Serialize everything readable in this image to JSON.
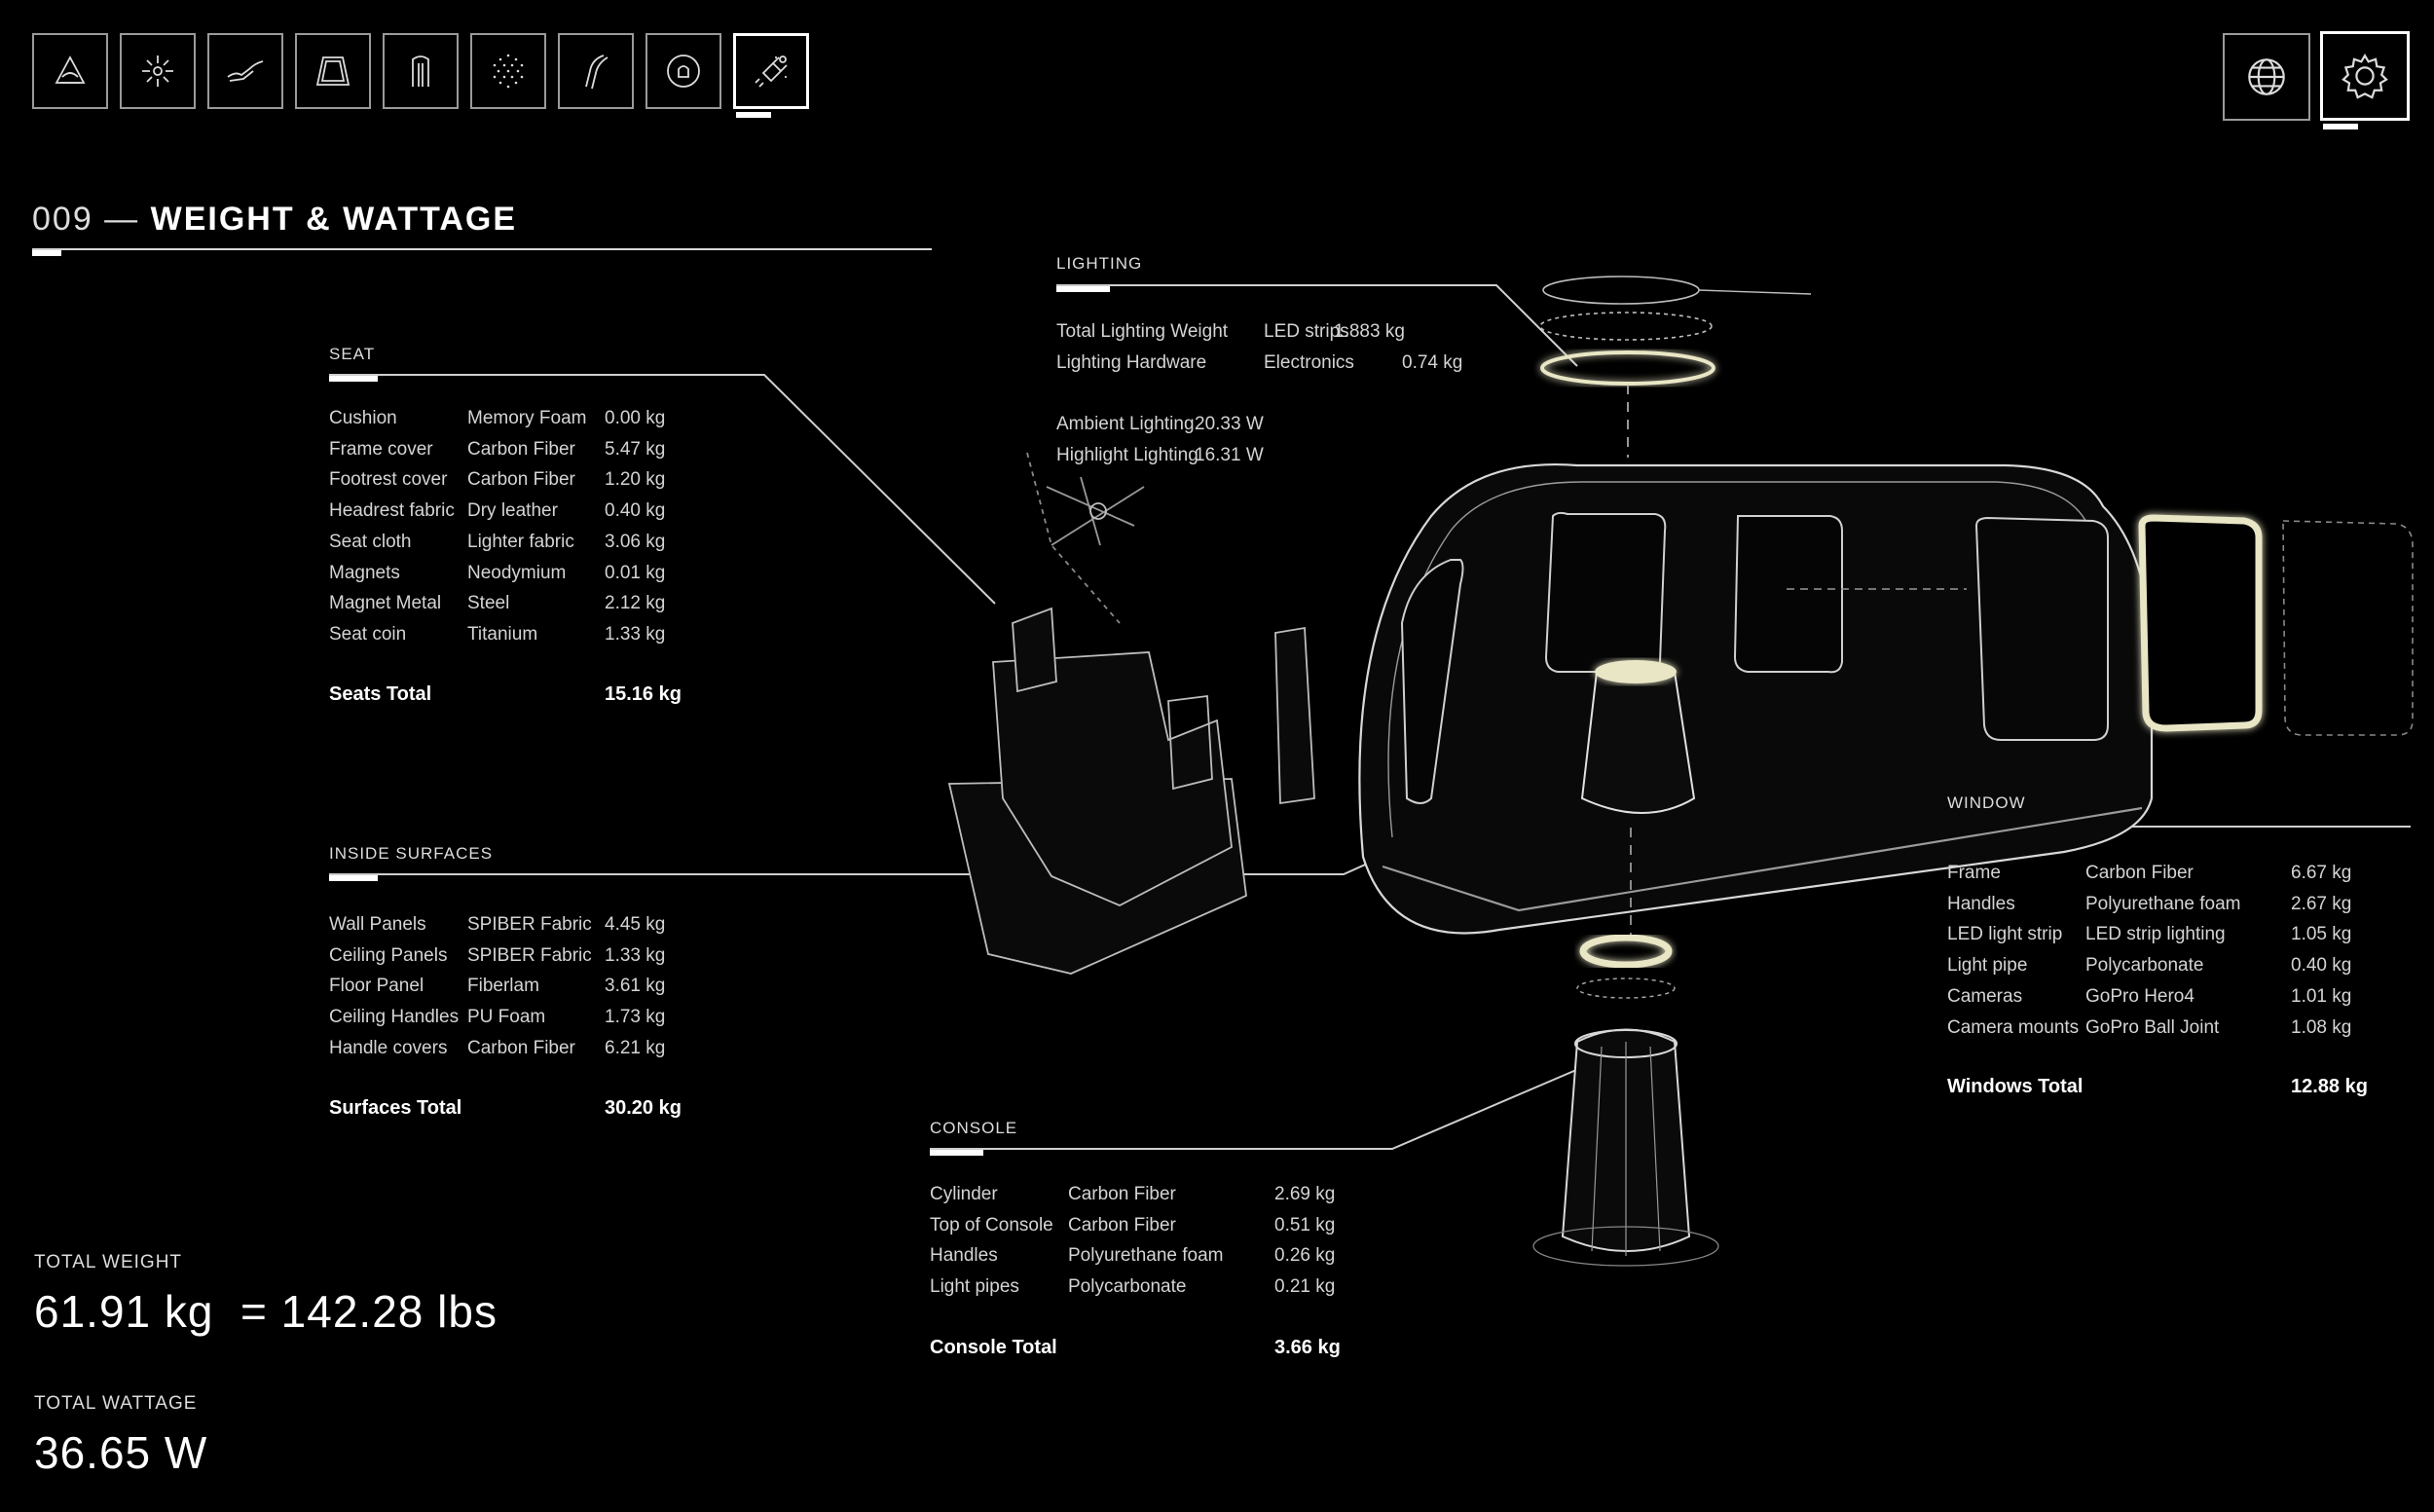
{
  "toolbar": {
    "tools": [
      {
        "icon": "pod-icon"
      },
      {
        "icon": "light-burst-icon"
      },
      {
        "icon": "recline-seat-icon"
      },
      {
        "icon": "window-frame-icon"
      },
      {
        "icon": "handle-icon"
      },
      {
        "icon": "dots-pattern-icon"
      },
      {
        "icon": "hook-icon"
      },
      {
        "icon": "bell-icon"
      },
      {
        "icon": "satellite-icon",
        "active": true
      }
    ],
    "right": [
      {
        "icon": "globe-icon"
      },
      {
        "icon": "gear-icon",
        "active": true
      }
    ]
  },
  "page": {
    "number": "009 —",
    "title": "WEIGHT & WATTAGE"
  },
  "seat": {
    "label": "SEAT",
    "rows": [
      [
        "Cushion",
        "Memory Foam",
        "0.00 kg"
      ],
      [
        "Frame cover",
        "Carbon Fiber",
        "5.47 kg"
      ],
      [
        "Footrest cover",
        "Carbon Fiber",
        "1.20 kg"
      ],
      [
        "Headrest fabric",
        "Dry leather",
        "0.40 kg"
      ],
      [
        "Seat cloth",
        "Lighter fabric",
        "3.06 kg"
      ],
      [
        "Magnets",
        "Neodymium",
        "0.01 kg"
      ],
      [
        "Magnet Metal",
        "Steel",
        "2.12 kg"
      ],
      [
        "Seat coin",
        "Titanium",
        "1.33 kg"
      ]
    ],
    "total_label": "Seats Total",
    "total_value": "15.16 kg"
  },
  "surfaces": {
    "label": "INSIDE SURFACES",
    "rows": [
      [
        "Wall Panels",
        "SPIBER Fabric",
        "4.45 kg"
      ],
      [
        "Ceiling Panels",
        "SPIBER Fabric",
        "1.33 kg"
      ],
      [
        "Floor Panel",
        "Fiberlam",
        "3.61 kg"
      ],
      [
        "Ceiling Handles",
        "PU Foam",
        "1.73 kg"
      ],
      [
        "Handle covers",
        "Carbon Fiber",
        "6.21 kg"
      ]
    ],
    "total_label": "Surfaces Total",
    "total_value": "30.20 kg"
  },
  "lighting": {
    "label": "LIGHTING",
    "rows": [
      [
        "Total Lighting Weight",
        "LED strips",
        "1.883 kg"
      ],
      [
        "Lighting Hardware",
        "Electronics",
        "0.74 kg"
      ]
    ],
    "watts": [
      [
        "Ambient Lighting",
        "20.33 W"
      ],
      [
        "Highlight Lighting",
        "16.31 W"
      ]
    ]
  },
  "console": {
    "label": "CONSOLE",
    "rows": [
      [
        "Cylinder",
        "Carbon Fiber",
        "2.69 kg"
      ],
      [
        "Top of Console",
        "Carbon Fiber",
        "0.51 kg"
      ],
      [
        "Handles",
        "Polyurethane foam",
        "0.26 kg"
      ],
      [
        "Light pipes",
        "Polycarbonate",
        "0.21 kg"
      ]
    ],
    "total_label": "Console Total",
    "total_value": "3.66 kg"
  },
  "window": {
    "label": "WINDOW",
    "rows": [
      [
        "Frame",
        "Carbon Fiber",
        "6.67 kg"
      ],
      [
        "Handles",
        "Polyurethane foam",
        "2.67 kg"
      ],
      [
        "LED light strip",
        "LED strip lighting",
        "1.05 kg"
      ],
      [
        "Light pipe",
        "Polycarbonate",
        "0.40 kg"
      ],
      [
        "Cameras",
        "GoPro Hero4",
        "1.01 kg"
      ],
      [
        "Camera mounts",
        "GoPro Ball Joint",
        "1.08 kg"
      ]
    ],
    "total_label": "Windows Total",
    "total_value": "12.88 kg"
  },
  "totals": {
    "weight_label": "TOTAL  WEIGHT",
    "weight_value": "61.91 kg  = 142.28 lbs",
    "wattage_label": "TOTAL  WATTAGE",
    "wattage_value": "36.65 W"
  },
  "colors": {
    "background": "#000000",
    "line": "#d8d8d8",
    "glow": "#e9e6c6"
  }
}
